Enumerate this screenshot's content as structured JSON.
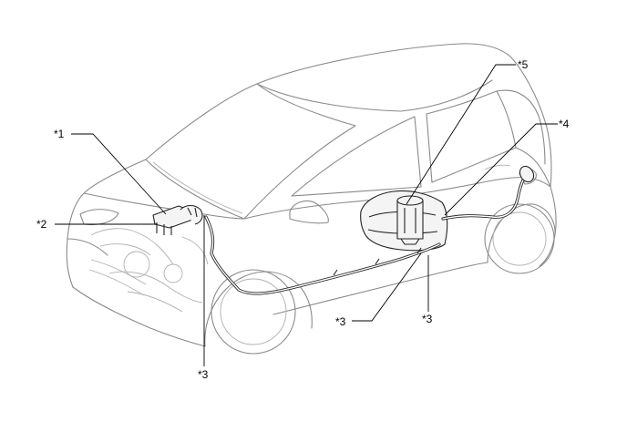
{
  "callouts": [
    {
      "id": "c1",
      "label": "*1"
    },
    {
      "id": "c2",
      "label": "*2"
    },
    {
      "id": "c3a",
      "label": "*3"
    },
    {
      "id": "c3b",
      "label": "*3"
    },
    {
      "id": "c3c",
      "label": "*3"
    },
    {
      "id": "c4",
      "label": "*4"
    },
    {
      "id": "c5",
      "label": "*5"
    }
  ]
}
